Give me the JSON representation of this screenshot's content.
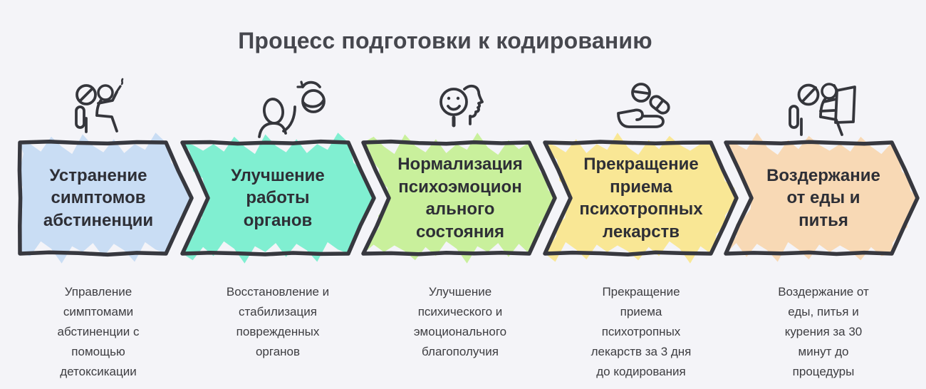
{
  "title": "Процесс подготовки к кодированию",
  "background": "#f4f4f8",
  "outline_color": "#37383f",
  "steps": [
    {
      "heading": "Устранение\nсимптомов\nабстиненции",
      "desc": "Управление\nсимптомами\nабстиненции с\nпомощью\nдетоксикации",
      "color": "#c9ddf4",
      "icon": "no-pills-smoking-person-icon"
    },
    {
      "heading": "Улучшение\nработы\nорганов",
      "desc": "Восстановление и\nстабилизация\nповрежденных\nорганов",
      "color": "#80efd1",
      "icon": "person-renewal-icon"
    },
    {
      "heading": "Нормализация\nпсихоэмоцион\nального\nсостояния",
      "desc": "Улучшение\nпсихического и\nэмоционального\nблагополучия",
      "color": "#c9f09c",
      "icon": "head-smiley-icon"
    },
    {
      "heading": "Прекращение\nприема\nпсихотропных\nлекарств",
      "desc": "Прекращение\nприема\nпсихотропных\nлекарств за 3 дня\nдо кодирования",
      "color": "#f9e795",
      "icon": "hand-pills-icon"
    },
    {
      "heading": "Воздержание\nот еды и\nпитья",
      "desc": "Воздержание от\nеды, питья и\nкурения за 30\nминут до\nпроцедуры",
      "color": "#f8d9b5",
      "icon": "no-pills-reading-person-icon"
    }
  ]
}
